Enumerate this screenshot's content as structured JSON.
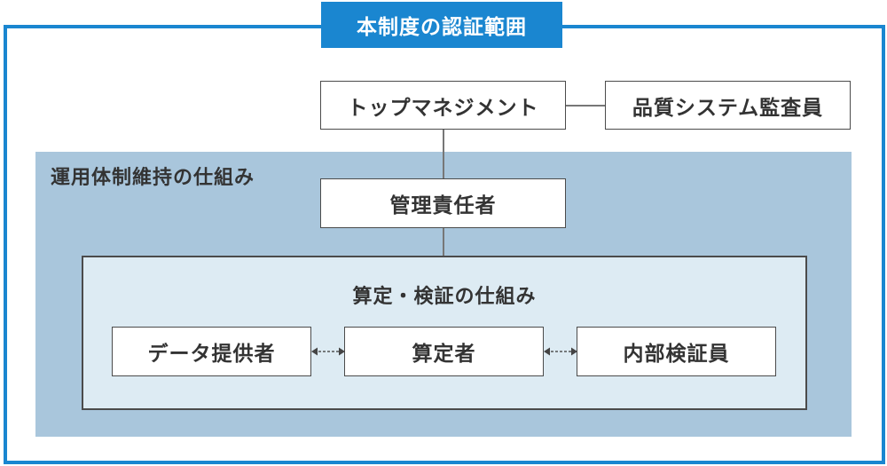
{
  "title": "本制度の認証範囲",
  "top_management": "トップマネジメント",
  "quality_auditor": "品質システム監査員",
  "operation_region": {
    "label": "運用体制維持の仕組み",
    "manager": "管理責任者"
  },
  "calc_region": {
    "label": "算定・検証の仕組み",
    "data_provider": "データ提供者",
    "calculator": "算定者",
    "internal_verifier": "内部検証員"
  },
  "colors": {
    "frame": "#1a86d0",
    "operation_bg": "#a9c6dc",
    "calc_bg": "#ddebf3"
  }
}
